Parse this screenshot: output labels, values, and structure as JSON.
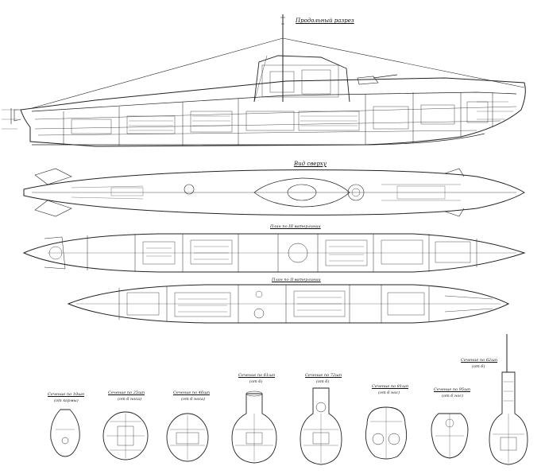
{
  "drawing": {
    "views": {
      "profile": "Продольный разрез",
      "top": "Вид сверху",
      "deck_upper": "План по III ватерлинии",
      "deck_lower": "План по II ватерлинии"
    },
    "sections": [
      {
        "label": "Сечение по 10шп",
        "note": "(от кормы)"
      },
      {
        "label": "Сечение по 25шп",
        "note": "(от 6 носа)"
      },
      {
        "label": "Сечение по 46шп",
        "note": "(от 6 носа)"
      },
      {
        "label": "Сечение по 61шп",
        "note": "(от 6)"
      },
      {
        "label": "Сечение по 72шп",
        "note": "(от 6)"
      },
      {
        "label": "Сечение по 81шп",
        "note": "(от 6 нос)"
      },
      {
        "label": "Сечение по 95шп",
        "note": "(от 6 нос)"
      },
      {
        "label": "Сечение по 62шп",
        "note": "(от 6)"
      }
    ]
  }
}
